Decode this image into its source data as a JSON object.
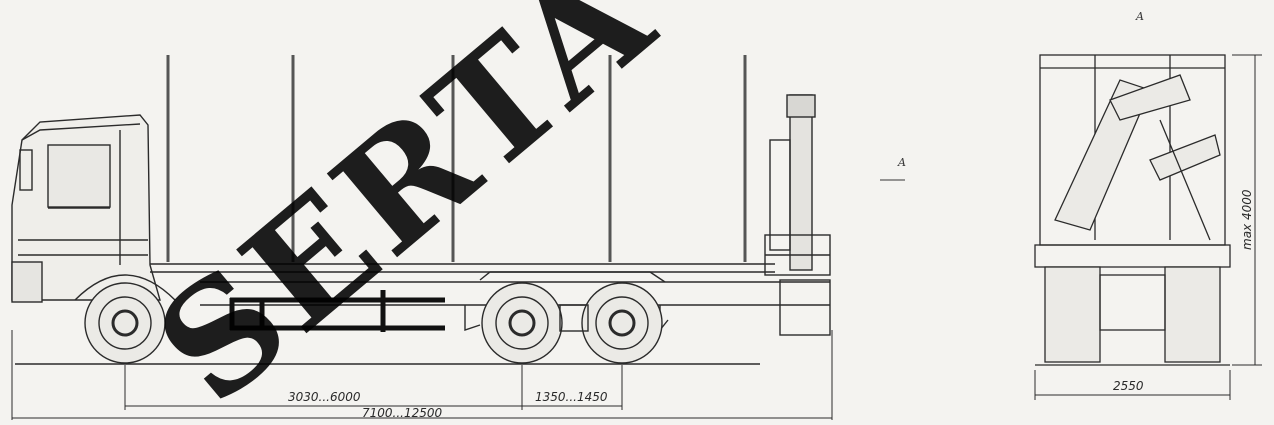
{
  "watermark": {
    "text": "SERTA"
  },
  "side_view": {
    "dims": {
      "wheelbase": "3030...6000",
      "axle_spacing": "1350...1450",
      "overall_length": "7100...12500"
    },
    "section_marker": "A"
  },
  "rear_view": {
    "title": "A",
    "dims": {
      "width": "2550",
      "height": "max 4000"
    }
  }
}
